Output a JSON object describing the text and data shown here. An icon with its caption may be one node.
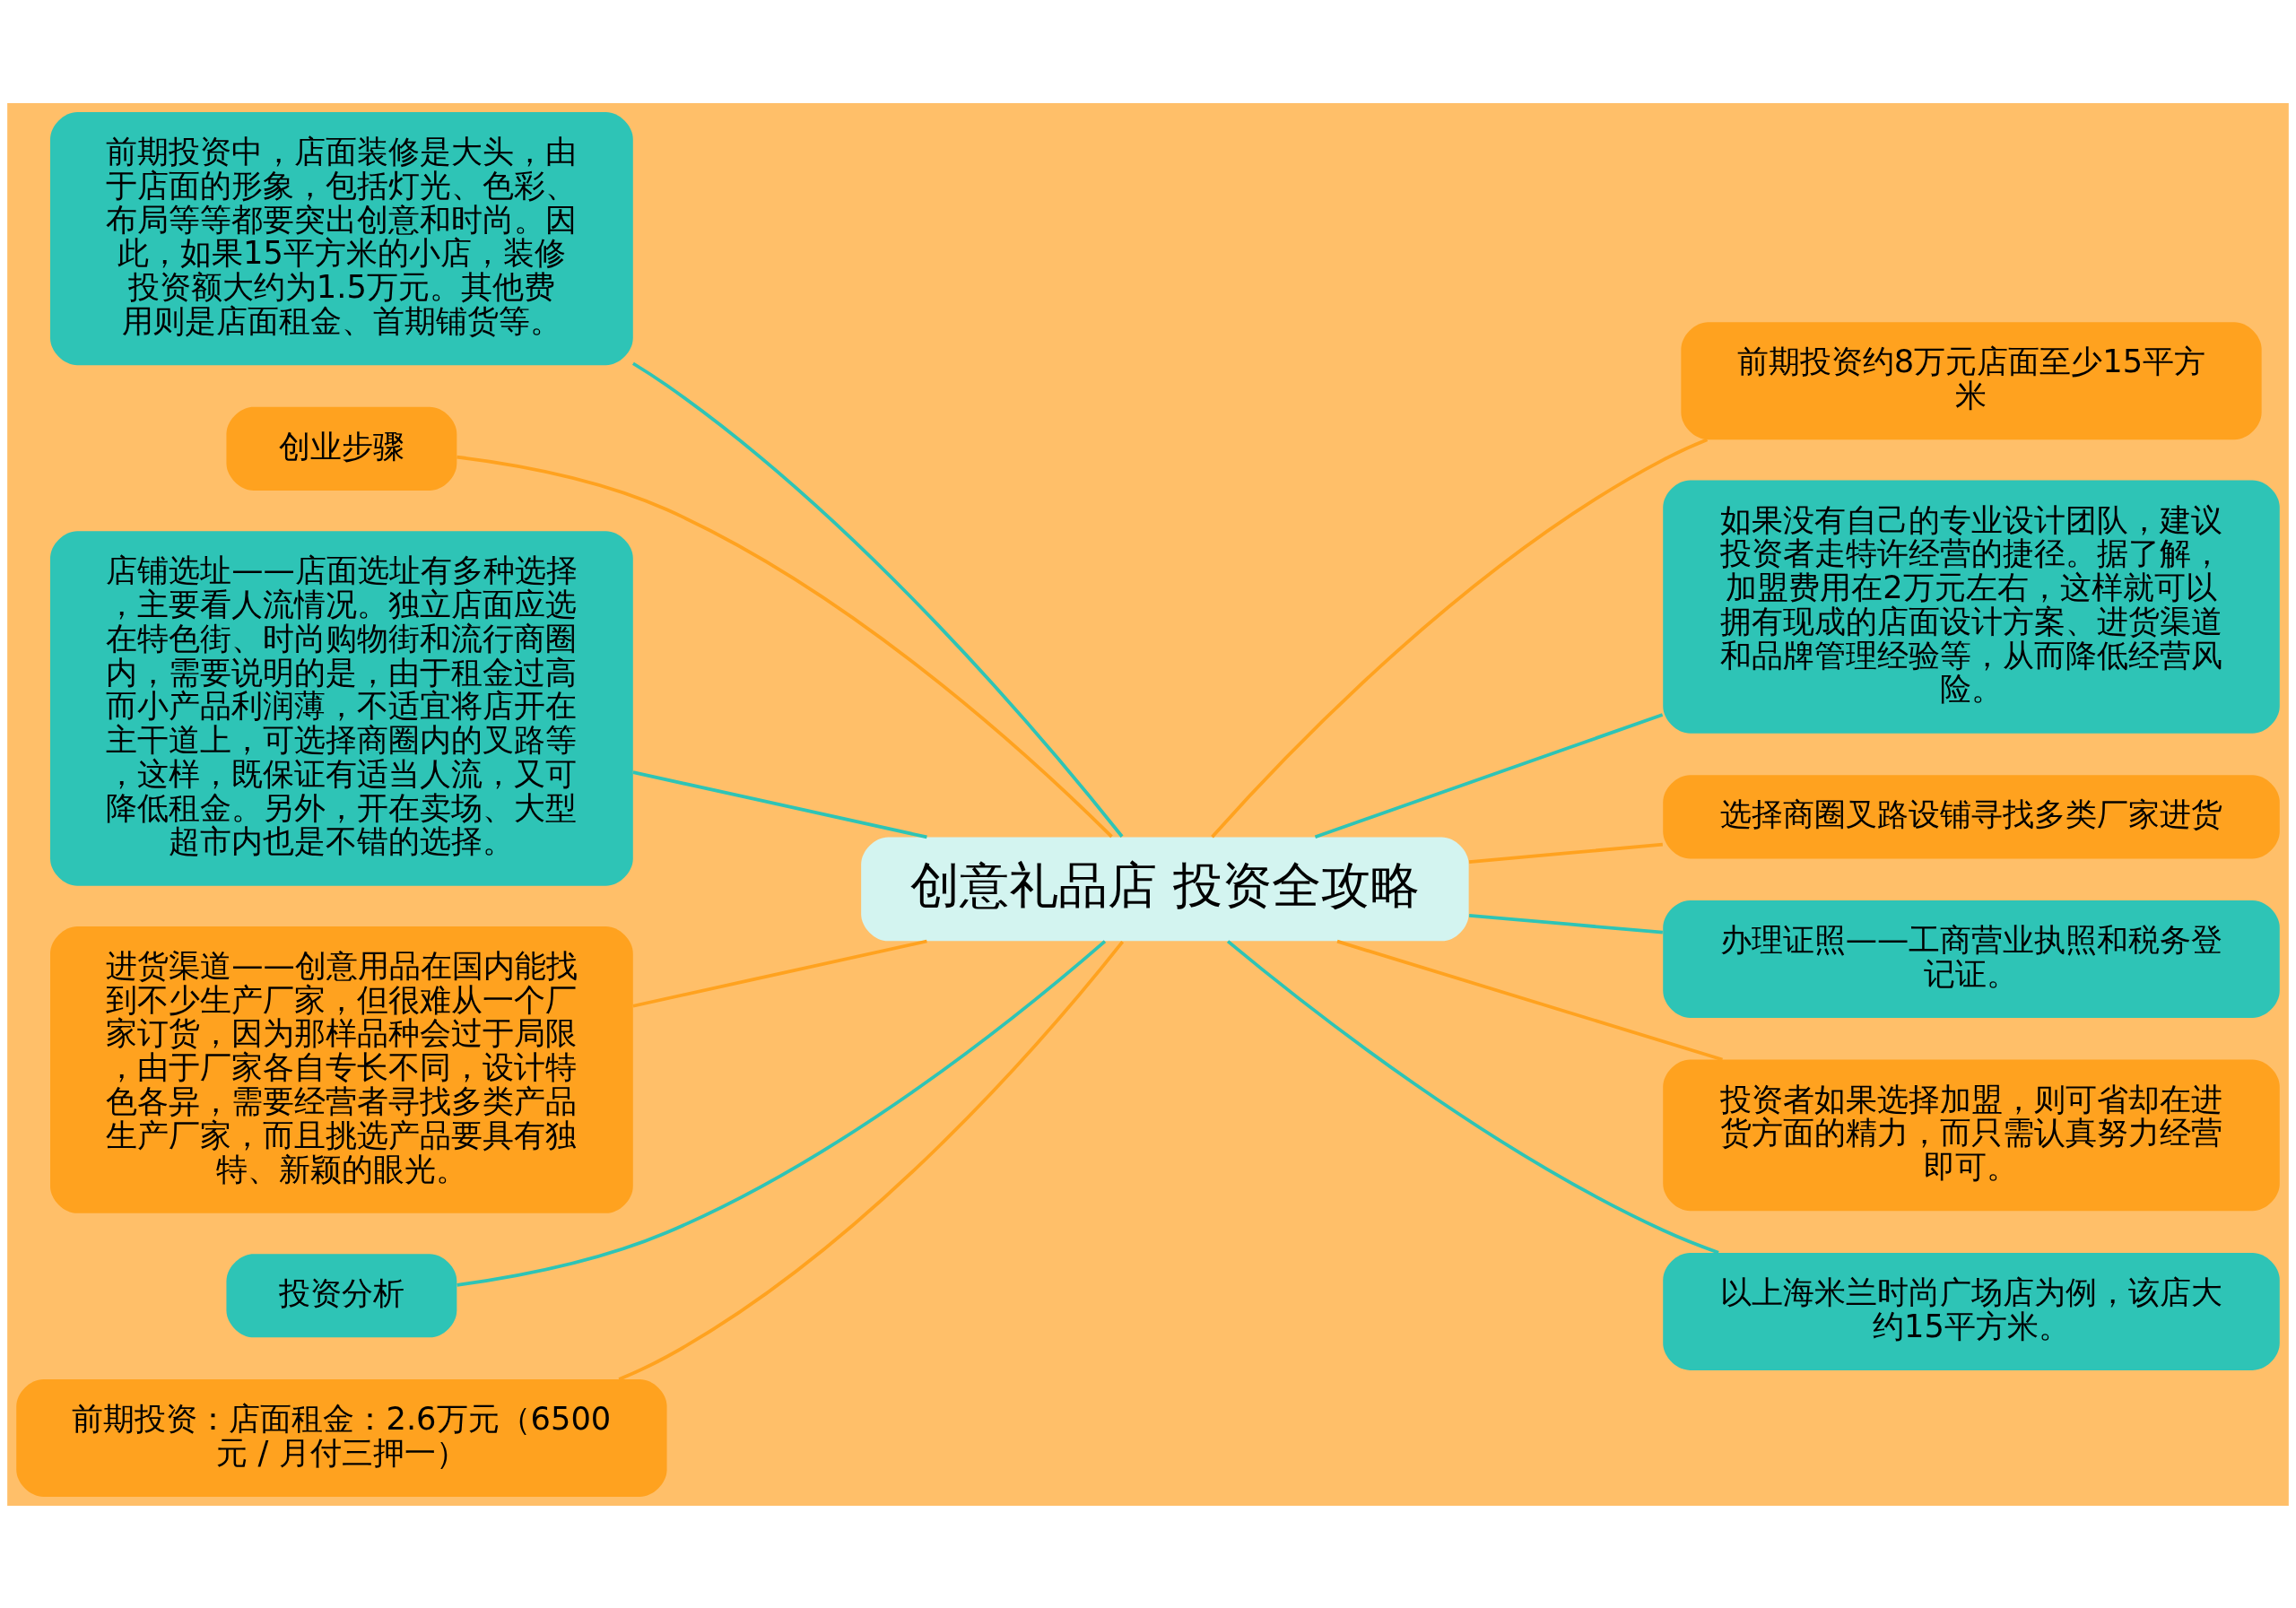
{
  "diagram": {
    "nodes": [
      {
        "text": [
          "创意礼品店 投资全攻略"
        ]
      },
      {
        "text": [
          "前期投资中，店面装修是大头，由于店面的形象，包括灯光、色彩、布局等等都要突出创意和时尚。因此，如果15平方米的小店，装修投资额大约为1.5万元。其他费用则是店面租金、首期铺货等。"
        ]
      },
      {
        "text": [
          "创业步骤"
        ]
      },
      {
        "text": [
          "店铺选址——店面选址有多种选择，主要看人流情况。独立店面应选在特色街、时尚购物街和流行商圈内，需要说明的是，由于租金过高而小产品利润薄，不适宜将店开在主干道上，可选择商圈内的叉路等，这样，既保证有适当人流，又可降低租金。另外，开在卖场、大型超市内也是不错的选择。"
        ]
      },
      {
        "text": [
          "进货渠道——创意用品在国内能找到不少生产厂家，但很难从一个厂家订货，因为那样品种会过于局限，由于厂家各自专长不同，设计特色各异，需要经营者寻找多类产品生产厂家，而且挑选产品要具有独特、新颖的眼光。"
        ]
      },
      {
        "text": [
          "投资分析"
        ]
      },
      {
        "text": [
          "前期投资：店面租金：2.6万元（6500元 / 月付三押一）"
        ]
      },
      {
        "text": [
          "前期投资约8万元店面至少15平方米"
        ]
      },
      {
        "text": [
          "如果没有自己的专业设计团队，建议投资者走特许经营的捷径。据了解，加盟费用在2万元左右，这样就可以拥有现成的店面设计方案、进货渠道和品牌管理经验等，从而降低经营风险。"
        ]
      },
      {
        "text": [
          "选择商圈叉路设铺寻找多类厂家进货"
        ]
      },
      {
        "text": [
          "办理证照——工商营业执照和税务登记证。"
        ]
      },
      {
        "text": [
          "投资者如果选择加盟，则可省却在进货方面的精力，而只需认真努力经营即可。"
        ]
      },
      {
        "text": [
          "以上海米兰时尚广场店为例，该店大约15平方米。"
        ]
      }
    ],
    "edges": [
      {
        "from": 1,
        "to": 0,
        "arrow": "none",
        "color": "#2ec4b6"
      },
      {
        "from": 2,
        "to": 0,
        "arrow": "none",
        "color": "#ffa21f"
      },
      {
        "from": 3,
        "to": 0,
        "arrow": "none",
        "color": "#2ec4b6"
      },
      {
        "from": 4,
        "to": 0,
        "arrow": "none",
        "color": "#ffa21f"
      },
      {
        "from": 5,
        "to": 0,
        "arrow": "none",
        "color": "#2ec4b6"
      },
      {
        "from": 6,
        "to": 0,
        "arrow": "none",
        "color": "#ffa21f"
      },
      {
        "from": 0,
        "to": 7,
        "arrow": "none",
        "color": "#ffa21f"
      },
      {
        "from": 0,
        "to": 8,
        "arrow": "none",
        "color": "#2ec4b6"
      },
      {
        "from": 0,
        "to": 9,
        "arrow": "none",
        "color": "#ffa21f"
      },
      {
        "from": 0,
        "to": 10,
        "arrow": "none",
        "color": "#2ec4b6"
      },
      {
        "from": 0,
        "to": 11,
        "arrow": "none",
        "color": "#ffa21f"
      },
      {
        "from": 0,
        "to": 12,
        "arrow": "none",
        "color": "#2ec4b6"
      }
    ]
  }
}
